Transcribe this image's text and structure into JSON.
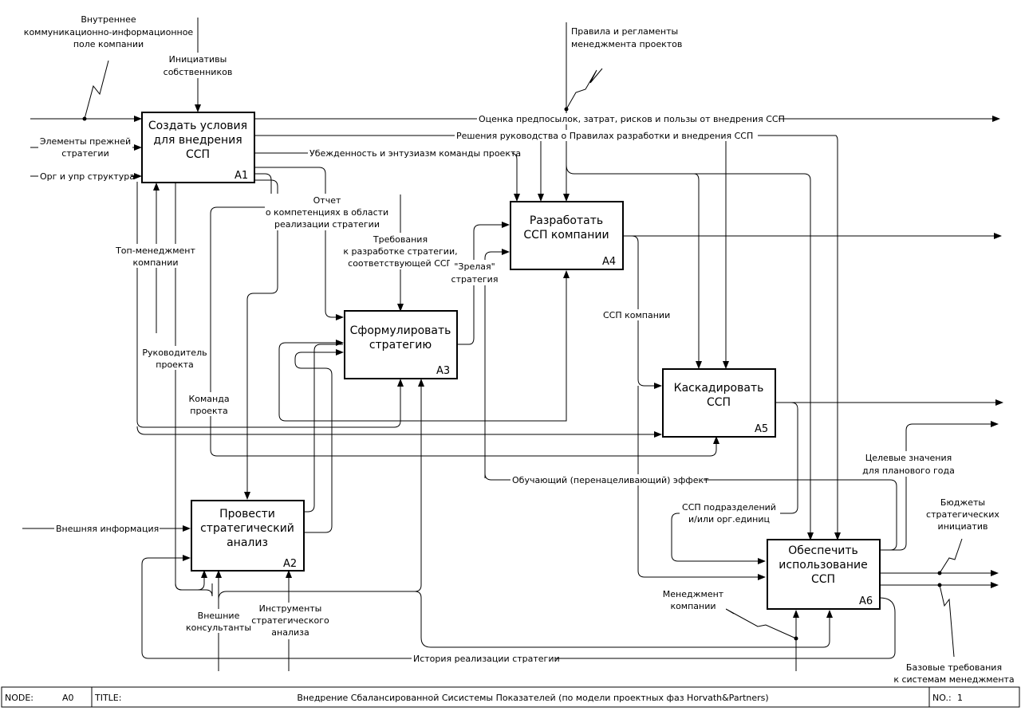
{
  "boxes": {
    "A1": {
      "lines": [
        "Создать условия",
        "для внедрения",
        "ССП"
      ],
      "id": "A1"
    },
    "A2": {
      "lines": [
        "Провести",
        "стратегический",
        "анализ"
      ],
      "id": "A2"
    },
    "A3": {
      "lines": [
        "Сформулировать",
        "стратегию"
      ],
      "id": "A3"
    },
    "A4": {
      "lines": [
        "Разработать",
        "ССП компании"
      ],
      "id": "A4"
    },
    "A5": {
      "lines": [
        "Каскадировать",
        "ССП"
      ],
      "id": "A5"
    },
    "A6": {
      "lines": [
        "Обеспечить",
        "использование",
        "ССП"
      ],
      "id": "A6"
    }
  },
  "labels": {
    "internal_field": [
      "Внутреннее",
      "коммуникационно-информационное",
      "поле компании"
    ],
    "owner_initiatives": [
      "Инициативы",
      "собственников"
    ],
    "rules": [
      "Правила и регламенты",
      "менеджмента проектов"
    ],
    "prev_elements": [
      "Элементы прежней",
      "стратегии"
    ],
    "org_structure": "Орг и упр структура",
    "assessment": "Оценка предпосылок, затрат, рисков и пользы от внедрения ССП",
    "mgmt_decisions": "Решения руководства о Правилах разработки и внедрения ССП",
    "conviction": "Убежденность и энтузиазм команды проекта",
    "report": [
      "Отчет",
      "о компетенциях в области",
      "реализации стратегии"
    ],
    "requirements": [
      "Требования",
      "к разработке стратегии,",
      "соответствующей ССП"
    ],
    "mature": [
      "\"Зрелая\"",
      "стратегия"
    ],
    "top_mgmt": [
      "Топ-менеджмент",
      "компании"
    ],
    "project_lead": [
      "Руководитель",
      "проекта"
    ],
    "project_team": [
      "Команда",
      "проекта"
    ],
    "bsc_company": "ССП компании",
    "learning_effect": "Обучающий (перенацеливающий) эффект",
    "targets": [
      "Целевые значения",
      "для планового года"
    ],
    "unit_bsc": [
      "ССП подразделений",
      "и/или орг.единиц"
    ],
    "budgets": [
      "Бюджеты",
      "стратегических",
      "инициатив"
    ],
    "external_info": "Внешняя информация",
    "company_mgmt": [
      "Менеджмент",
      "компании"
    ],
    "external_consultants": [
      "Внешние",
      "консультанты"
    ],
    "tools": [
      "Инструменты",
      "стратегического",
      "анализа"
    ],
    "history": "История реализации стратегии",
    "base_requirements": [
      "Базовые требования",
      "к системам менеджмента"
    ]
  },
  "footer": {
    "node_label": "NODE:",
    "node_value": "A0",
    "title_label": "TITLE:",
    "title_value": "Внедрение Сбалансированной Сисистемы Показателей (по модели проектных фаз Horvath&Partners)",
    "no_label": "NO.:",
    "no_value": "1"
  }
}
